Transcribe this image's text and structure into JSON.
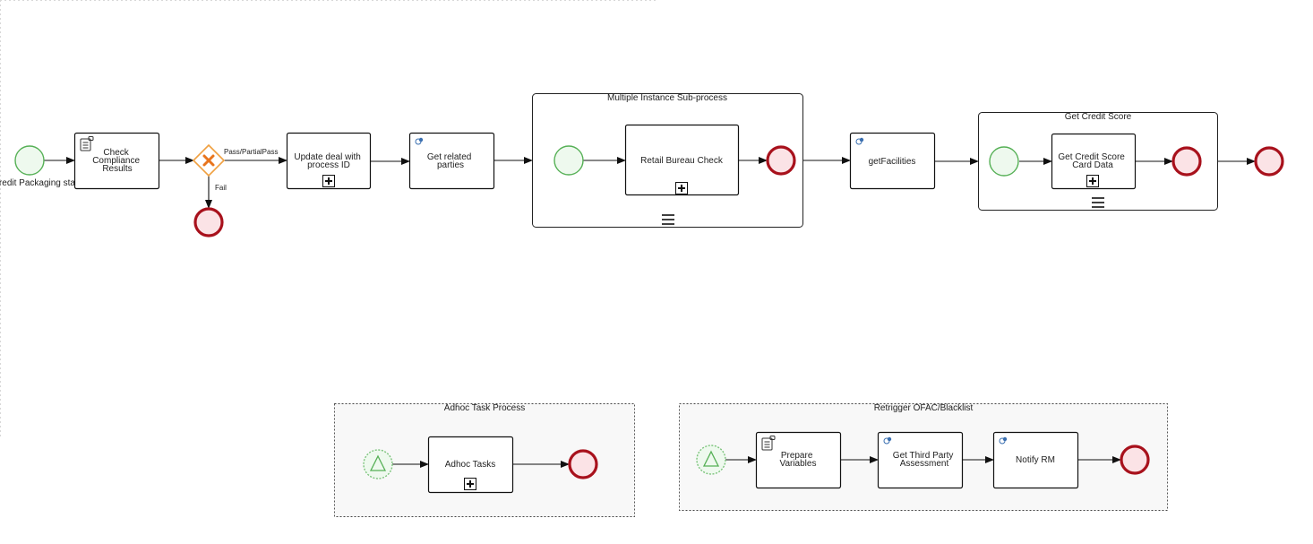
{
  "process": {
    "start_event_label": "redit Packaging stage"
  },
  "tasks": {
    "check_compliance": [
      "Check",
      "Compliance",
      "Results"
    ],
    "update_deal": [
      "Update deal with",
      "process ID"
    ],
    "get_related": [
      "Get related",
      "parties"
    ],
    "retail_bureau": [
      "Retail Bureau Check"
    ],
    "get_facilities": [
      "getFacilities"
    ],
    "credit_score_card": [
      "Get Credit Score",
      "Card Data"
    ],
    "adhoc_tasks": [
      "Adhoc Tasks"
    ],
    "prepare_variables": [
      "Prepare",
      "Variables"
    ],
    "third_party": [
      "Get Third Party",
      "Assessment"
    ],
    "notify_rm": [
      "Notify RM"
    ]
  },
  "gateway": {
    "pass_label": "Pass/PartialPass",
    "fail_label": "Fail"
  },
  "subprocesses": {
    "multi_instance": "Multiple Instance Sub-process",
    "credit_score": "Get Credit Score"
  },
  "event_subprocesses": {
    "adhoc": "Adhoc Task Process",
    "retrigger": "Retrigger OFAC/Blacklist"
  },
  "colors": {
    "start_stroke": "#55b055",
    "end_stroke": "#a8111c",
    "gateway_stroke": "#f0a040",
    "gateway_mark": "#e8741c"
  },
  "icons": {
    "script_task": "script-icon",
    "service_task": "service-gear-icon",
    "collapsed_subprocess": "plus-marker-icon",
    "multi_instance": "parallel-bars-icon",
    "escalation_start": "triangle-icon"
  }
}
